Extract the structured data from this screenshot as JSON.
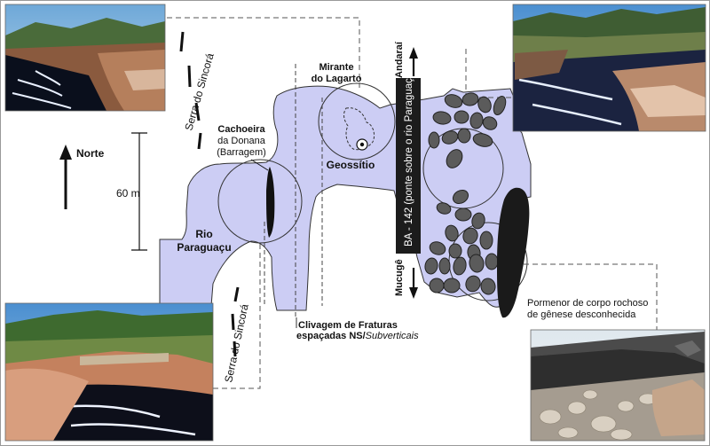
{
  "labels": {
    "serra_top": "Serra do Sincorá",
    "serra_bottom": "Serra do Sincorá",
    "norte": "Norte",
    "scale": "60 m",
    "cachoeira_l1": "Cachoeira",
    "cachoeira_l2": "da Donana",
    "cachoeira_l3": "(Barragem)",
    "rio_l1": "Rio",
    "rio_l2": "Paraguaçu",
    "mirante_l1": "Mirante",
    "mirante_l2": "do Lagarto",
    "geossitio": "Geossítio",
    "road": "BA - 142 (ponte sobre o rio Paraguaçu)",
    "andarai": "Andaraí",
    "mucuge": "Mucugê",
    "clivagem_l1": "Clivagem de Fraturas",
    "clivagem_l2_bold": "espaçadas NS/",
    "clivagem_l2_italic": "Subverticais",
    "pormenor_l1": "Pormenor de corpo rochoso",
    "pormenor_l2": "de gênese desconhecida"
  },
  "colors": {
    "river": "#cccdf4",
    "outline": "#333333",
    "rock": "#5b5b5b",
    "dark_body": "#1a1a1a",
    "road": "#1c1c1c"
  }
}
